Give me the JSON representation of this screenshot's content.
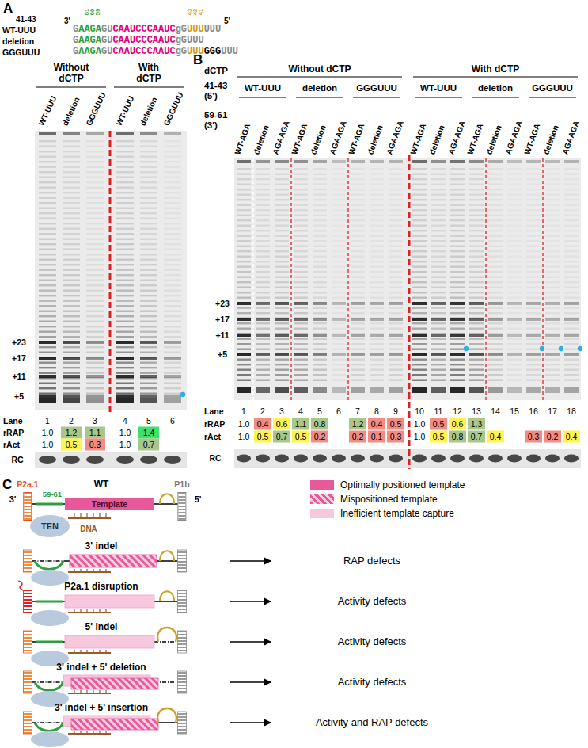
{
  "diagram": {
    "nodes": [
      {
        "text": [
          "P2a.1"
        ]
      },
      {
        "text": [
          "Template"
        ]
      },
      {
        "text": [
          "P1b"
        ]
      },
      {
        "text": [
          "TEN"
        ]
      }
    ],
    "labels": [
      "A",
      "41-43",
      "61",
      "60",
      "59",
      "43",
      "42",
      "41",
      "3'",
      "5'",
      "WT-UUU",
      "GAAGAGUCAAUCCCAAUCgGUUUUUU",
      "deletion",
      "GAAGAGUCAAUCCCAAUCgGUUU",
      "GGGUUU",
      "GAAGAGUCAAUCCCAAUCgGUUUGGGUUU",
      "Without dCTP",
      "With dCTP",
      "WT-UUU",
      "deletion",
      "GGGUUU",
      "WT-UUU",
      "deletion",
      "GGGUUU",
      "+23",
      "+17",
      "+11",
      "+5",
      "Lane",
      "1",
      "2",
      "3",
      "4",
      "5",
      "6",
      "rRAP",
      "1.0",
      "1.2",
      "1.1",
      "1.0",
      "1.4",
      "rAct",
      "1.0",
      "0.5",
      "0.3",
      "1.0",
      "0.7",
      "RC",
      "B",
      "dCTP",
      "Without dCTP",
      "With dCTP",
      "41-43 (5')",
      "WT-UUU",
      "deletion",
      "GGGUUU",
      "WT-UUU",
      "deletion",
      "GGGUUU",
      "59-61 (3')",
      "WT-AGA",
      "deletion",
      "AGAAGA",
      "WT-AGA",
      "deletion",
      "AGAAGA",
      "WT-AGA",
      "deletion",
      "AGAAGA",
      "WT-AGA",
      "deletion",
      "AGAAGA",
      "WT-AGA",
      "deletion",
      "AGAAGA",
      "WT-AGA",
      "deletion",
      "AGAAGA",
      "+23",
      "+17",
      "+11",
      "+5",
      "Lane",
      "1",
      "2",
      "3",
      "4",
      "5",
      "6",
      "7",
      "8",
      "9",
      "10",
      "11",
      "12",
      "13",
      "14",
      "15",
      "16",
      "17",
      "18",
      "rRAP",
      "1.0",
      "0.4",
      "0.6",
      "1.1",
      "0.8",
      "1.2",
      "0.4",
      "0.5",
      "1.0",
      "0.5",
      "0.6",
      "1.3",
      "rAct",
      "1.0",
      "0.5",
      "0.7",
      "0.5",
      "0.2",
      "0.2",
      "0.1",
      "0.3",
      "1.0",
      "0.5",
      "0.8",
      "0.7",
      "0.4",
      "0.3",
      "0.2",
      "0.4",
      "RC",
      "C",
      "WT",
      "3'",
      "5'",
      "59-61",
      "DNA",
      "3' indel",
      "RAP defects",
      "P2a.1 disruption",
      "Activity defects",
      "5' indel",
      "Activity defects",
      "3' indel + 5' deletion",
      "Activity defects",
      "3' indel + 5' insertion",
      "Activity and RAP defects"
    ],
    "legend": [
      {
        "text": "Optimally positioned template",
        "color": "#e8589b"
      },
      {
        "text": "Mispositioned template"
      },
      {
        "text": "Inefficient template capture",
        "color": "#f7c8dd"
      }
    ]
  }
}
